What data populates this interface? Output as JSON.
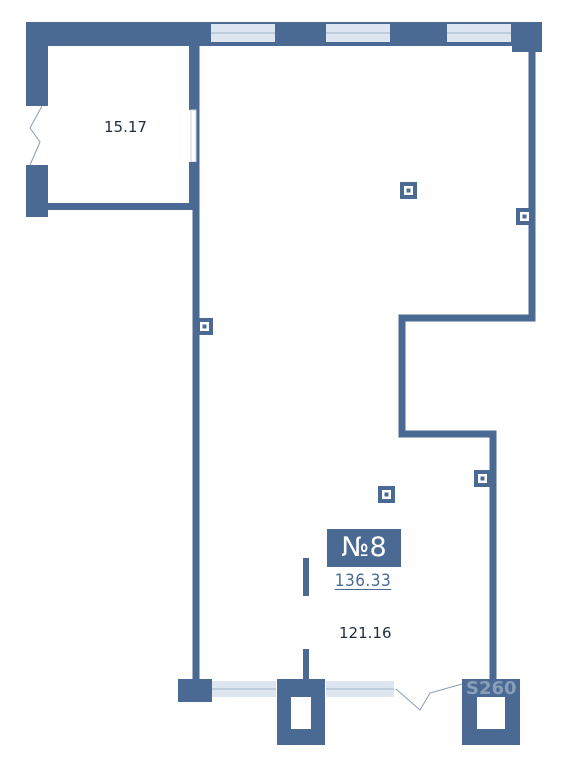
{
  "colors": {
    "wall": "#4a6a93",
    "window": "#dde6f0",
    "background": "#ffffff",
    "text": "#1f2b3a"
  },
  "unit": {
    "number": "№8",
    "total_area": "136.33"
  },
  "rooms": [
    {
      "id": "small-room",
      "area": "15.17"
    },
    {
      "id": "main-hall",
      "area": "121.16"
    }
  ],
  "watermark": "S260"
}
